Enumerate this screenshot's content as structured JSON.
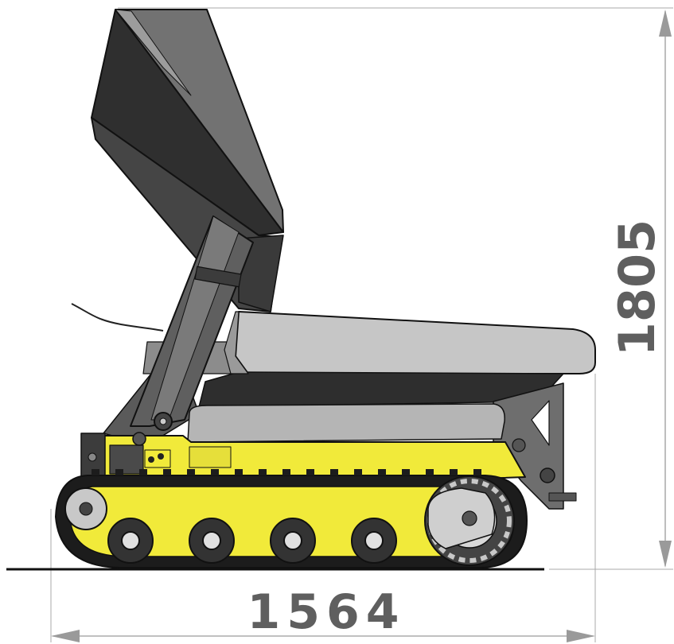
{
  "dimensions": {
    "height": {
      "label": "1805",
      "value": 1805
    },
    "length": {
      "label": "1564",
      "value": 1564
    }
  },
  "colors": {
    "chassis_yellow": "#f1ea3a",
    "hopper_dark": "#2f2f2f",
    "hopper_mid": "#6a6a6a",
    "hopper_light": "#c6c6c6",
    "track_dark": "#1c1c1c",
    "dimension_line": "#9a9a9a",
    "dimension_text": "#5f5f5f"
  }
}
